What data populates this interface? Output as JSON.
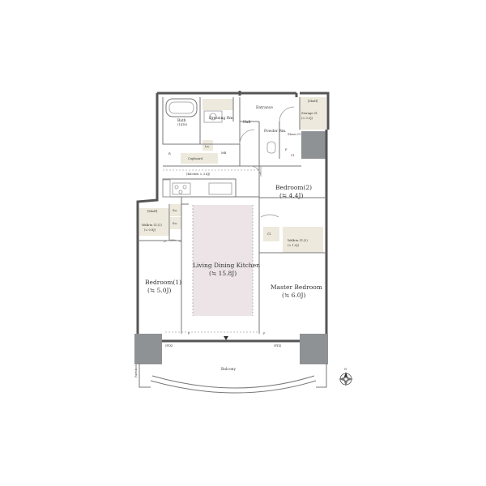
{
  "rooms": {
    "entrance": "Entrance",
    "hall": "Hall",
    "bath": "Bath",
    "bath_sub": "(1418)",
    "dressing": "Dressing Rm.",
    "powder": "Powder Rm.",
    "cupboard": "Cupboard",
    "kitchen": "(Kitchen ≒ 3.4J)",
    "bedroom2": "Bedroom(2)",
    "bedroom2_size": "(≒ 4.4J)",
    "ldk": "Living Dining Kitchen",
    "ldk_size": "(≒ 15.8J)",
    "bedroom1": "Bedroom(1)",
    "bedroom1_size": "(≒ 5.0J)",
    "master": "Master Bedroom",
    "master_size": "(≒ 6.0J)",
    "balcony": "Balcony",
    "partition": "Partition",
    "storage_closet": "Storage Cl.",
    "storage_closet_size": "(≒ 0.5J)",
    "walkin1": "Walk-in Cl.(1)",
    "walkin1_size": "(≒ 0.8J)",
    "walkin2": "Walk-in Cl.(2)",
    "walkin2_size": "(≒ 1.0J)",
    "shelf": "[Shelf]",
    "shoes_cl": "Shoes Cl.",
    "linen": "Ln.",
    "closet": "Cl.",
    "su": "Su.",
    "pipe_space": "P",
    "ps": "P.S",
    "refrigerator": "R",
    "mb": "MB",
    "window_fix": "(FIX)"
  },
  "compass": {
    "north_label": "N"
  },
  "colors": {
    "wall": "#555555",
    "ldk_fill": "#ece4e6",
    "storage_fill": "#ede9dc",
    "column_fill": "#8f9294"
  }
}
